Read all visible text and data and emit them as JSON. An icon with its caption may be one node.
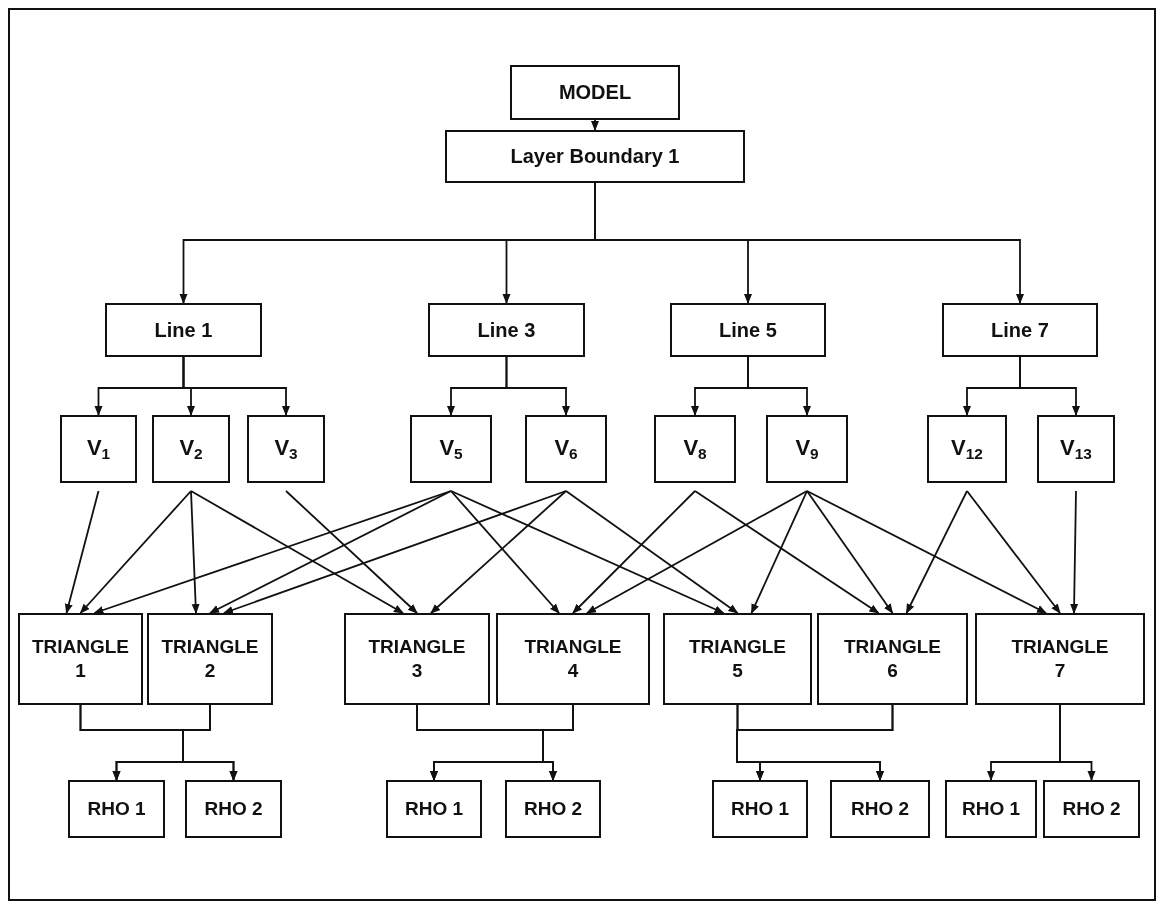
{
  "diagram": {
    "nodes": [
      {
        "text": [
          "MODEL"
        ]
      },
      {
        "text": [
          "Layer Boundary 1"
        ]
      },
      {
        "text": [
          "Line 1"
        ]
      },
      {
        "text": [
          "Line 3"
        ]
      },
      {
        "text": [
          "Line 5"
        ]
      },
      {
        "text": [
          "Line 7"
        ]
      },
      {
        "text": [
          "V$_{1}$"
        ]
      },
      {
        "text": [
          "V$_{2}$"
        ]
      },
      {
        "text": [
          "V$_{3}$"
        ]
      },
      {
        "text": [
          "V$_{5}$"
        ]
      },
      {
        "text": [
          "V$_{6}$"
        ]
      },
      {
        "text": [
          "V$_{8}$"
        ]
      },
      {
        "text": [
          "V$_{9}$"
        ]
      },
      {
        "text": [
          "V$_{12}$"
        ]
      },
      {
        "text": [
          "V$_{13}$"
        ]
      },
      {
        "text": [
          "TRIANGLE 1"
        ]
      },
      {
        "text": [
          "TRIANGLE 2"
        ]
      },
      {
        "text": [
          "TRIANGLE 3"
        ]
      },
      {
        "text": [
          "TRIANGLE 4"
        ]
      },
      {
        "text": [
          "TRIANGLE 5"
        ]
      },
      {
        "text": [
          "TRIANGLE 6"
        ]
      },
      {
        "text": [
          "TRIANGLE 7"
        ]
      },
      {
        "text": [
          "RHO 1"
        ]
      },
      {
        "text": [
          "RHO 2"
        ]
      },
      {
        "text": [
          "RHO 1"
        ]
      },
      {
        "text": [
          "RHO 2"
        ]
      },
      {
        "text": [
          "RHO 1"
        ]
      },
      {
        "text": [
          "RHO 2"
        ]
      },
      {
        "text": [
          "RHO 1"
        ]
      },
      {
        "text": [
          "RHO 2"
        ]
      }
    ],
    "edges": [
      {
        "from": 0,
        "to": 1,
        "arrow": "to"
      },
      {
        "from": 1,
        "to": 2,
        "arrow": "to"
      },
      {
        "from": 1,
        "to": 3,
        "arrow": "to"
      },
      {
        "from": 1,
        "to": 4,
        "arrow": "to"
      },
      {
        "from": 1,
        "to": 5,
        "arrow": "to"
      },
      {
        "from": 2,
        "to": 6,
        "arrow": "to"
      },
      {
        "from": 2,
        "to": 7,
        "arrow": "to"
      },
      {
        "from": 2,
        "to": 8,
        "arrow": "to"
      },
      {
        "from": 3,
        "to": 9,
        "arrow": "to"
      },
      {
        "from": 3,
        "to": 10,
        "arrow": "to"
      },
      {
        "from": 4,
        "to": 11,
        "arrow": "to"
      },
      {
        "from": 4,
        "to": 12,
        "arrow": "to"
      },
      {
        "from": 5,
        "to": 13,
        "arrow": "to"
      },
      {
        "from": 5,
        "to": 14,
        "arrow": "to"
      },
      {
        "from": 6,
        "to": 15,
        "arrow": "to"
      },
      {
        "from": 7,
        "to": 15,
        "arrow": "to"
      },
      {
        "from": 7,
        "to": 16,
        "arrow": "to"
      },
      {
        "from": 7,
        "to": 17,
        "arrow": "to"
      },
      {
        "from": 8,
        "to": 17,
        "arrow": "to"
      },
      {
        "from": 9,
        "to": 15,
        "arrow": "to"
      },
      {
        "from": 9,
        "to": 16,
        "arrow": "to"
      },
      {
        "from": 9,
        "to": 18,
        "arrow": "to"
      },
      {
        "from": 9,
        "to": 19,
        "arrow": "to"
      },
      {
        "from": 10,
        "to": 16,
        "arrow": "to"
      },
      {
        "from": 10,
        "to": 17,
        "arrow": "to"
      },
      {
        "from": 10,
        "to": 19,
        "arrow": "to"
      },
      {
        "from": 11,
        "to": 18,
        "arrow": "to"
      },
      {
        "from": 11,
        "to": 20,
        "arrow": "to"
      },
      {
        "from": 12,
        "to": 18,
        "arrow": "to"
      },
      {
        "from": 12,
        "to": 19,
        "arrow": "to"
      },
      {
        "from": 12,
        "to": 20,
        "arrow": "to"
      },
      {
        "from": 12,
        "to": 21,
        "arrow": "to"
      },
      {
        "from": 13,
        "to": 20,
        "arrow": "to"
      },
      {
        "from": 13,
        "to": 21,
        "arrow": "to"
      },
      {
        "from": 14,
        "to": 21,
        "arrow": "to"
      },
      {
        "from": 15,
        "to": 22,
        "arrow": "to"
      },
      {
        "from": 15,
        "to": 23,
        "arrow": "to"
      },
      {
        "from": 16,
        "to": 22,
        "arrow": "to"
      },
      {
        "from": 16,
        "to": 23,
        "arrow": "to"
      },
      {
        "from": 17,
        "to": 24,
        "arrow": "to"
      },
      {
        "from": 17,
        "to": 25,
        "arrow": "to"
      },
      {
        "from": 18,
        "to": 24,
        "arrow": "to"
      },
      {
        "from": 18,
        "to": 25,
        "arrow": "to"
      },
      {
        "from": 19,
        "to": 26,
        "arrow": "to"
      },
      {
        "from": 19,
        "to": 27,
        "arrow": "to"
      },
      {
        "from": 20,
        "to": 26,
        "arrow": "to"
      },
      {
        "from": 20,
        "to": 27,
        "arrow": "to"
      },
      {
        "from": 21,
        "to": 28,
        "arrow": "to"
      },
      {
        "from": 21,
        "to": 29,
        "arrow": "to"
      }
    ]
  }
}
